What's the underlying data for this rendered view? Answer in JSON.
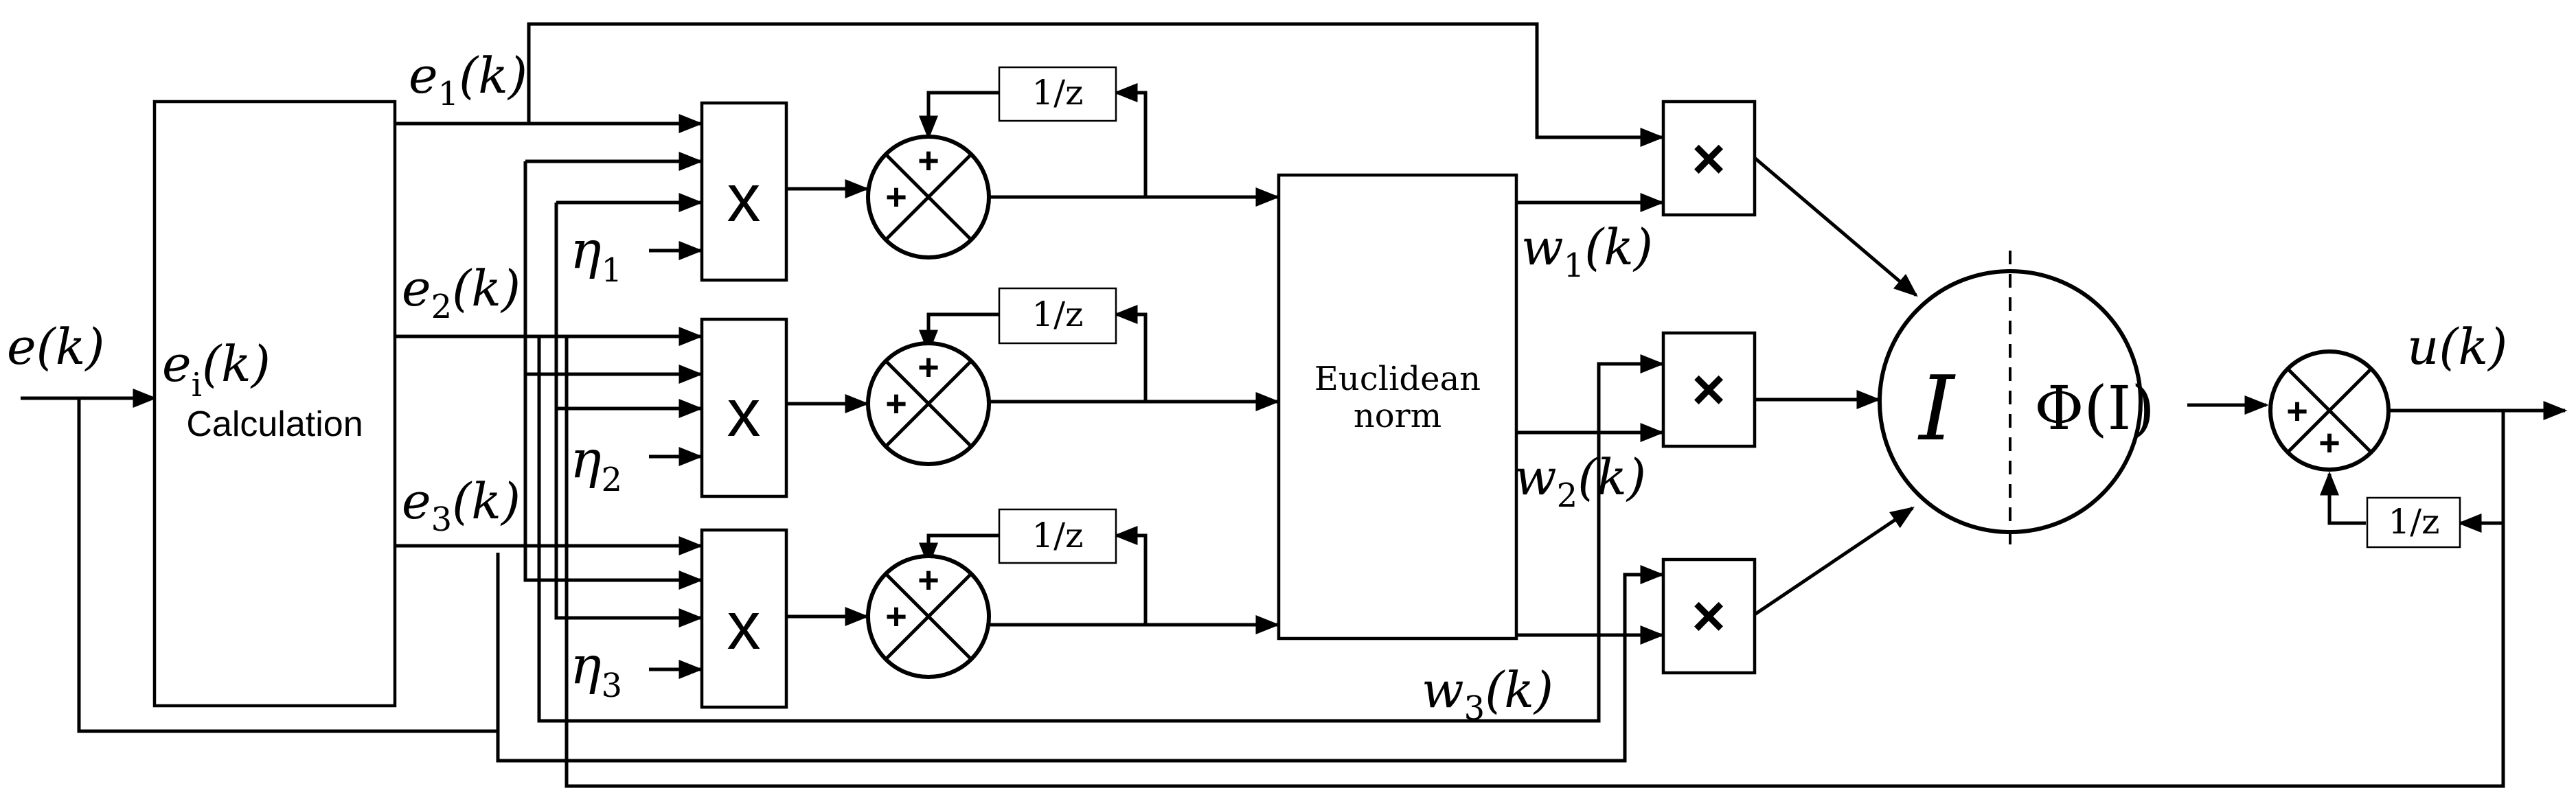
{
  "blocks": {
    "calc_main": "e",
    "calc_sub": "i",
    "calc_arg": "(k)",
    "calc_label": "Calculation",
    "norm_line1": "Euclidean",
    "norm_line2": "norm",
    "delay": "1/z",
    "mult_symbol": "x",
    "weight_symbol": "×",
    "neuron_I": "I",
    "neuron_phi": "Φ(I)"
  },
  "signals": {
    "input": "e(k)",
    "output": "u(k)",
    "e": [
      {
        "main": "e",
        "sub": "1",
        "arg": "(k)"
      },
      {
        "main": "e",
        "sub": "2",
        "arg": "(k)"
      },
      {
        "main": "e",
        "sub": "3",
        "arg": "(k)"
      }
    ],
    "eta": [
      {
        "main": "η",
        "sub": "1"
      },
      {
        "main": "η",
        "sub": "2"
      },
      {
        "main": "η",
        "sub": "3"
      }
    ],
    "w": [
      {
        "main": "w",
        "sub": "1",
        "arg": "(k)"
      },
      {
        "main": "w",
        "sub": "2",
        "arg": "(k)"
      },
      {
        "main": "w",
        "sub": "3",
        "arg": "(k)"
      }
    ]
  },
  "sum_signs": {
    "top": "+",
    "left": "+"
  },
  "output_sum_signs": {
    "left": "+",
    "bottom": "+"
  }
}
